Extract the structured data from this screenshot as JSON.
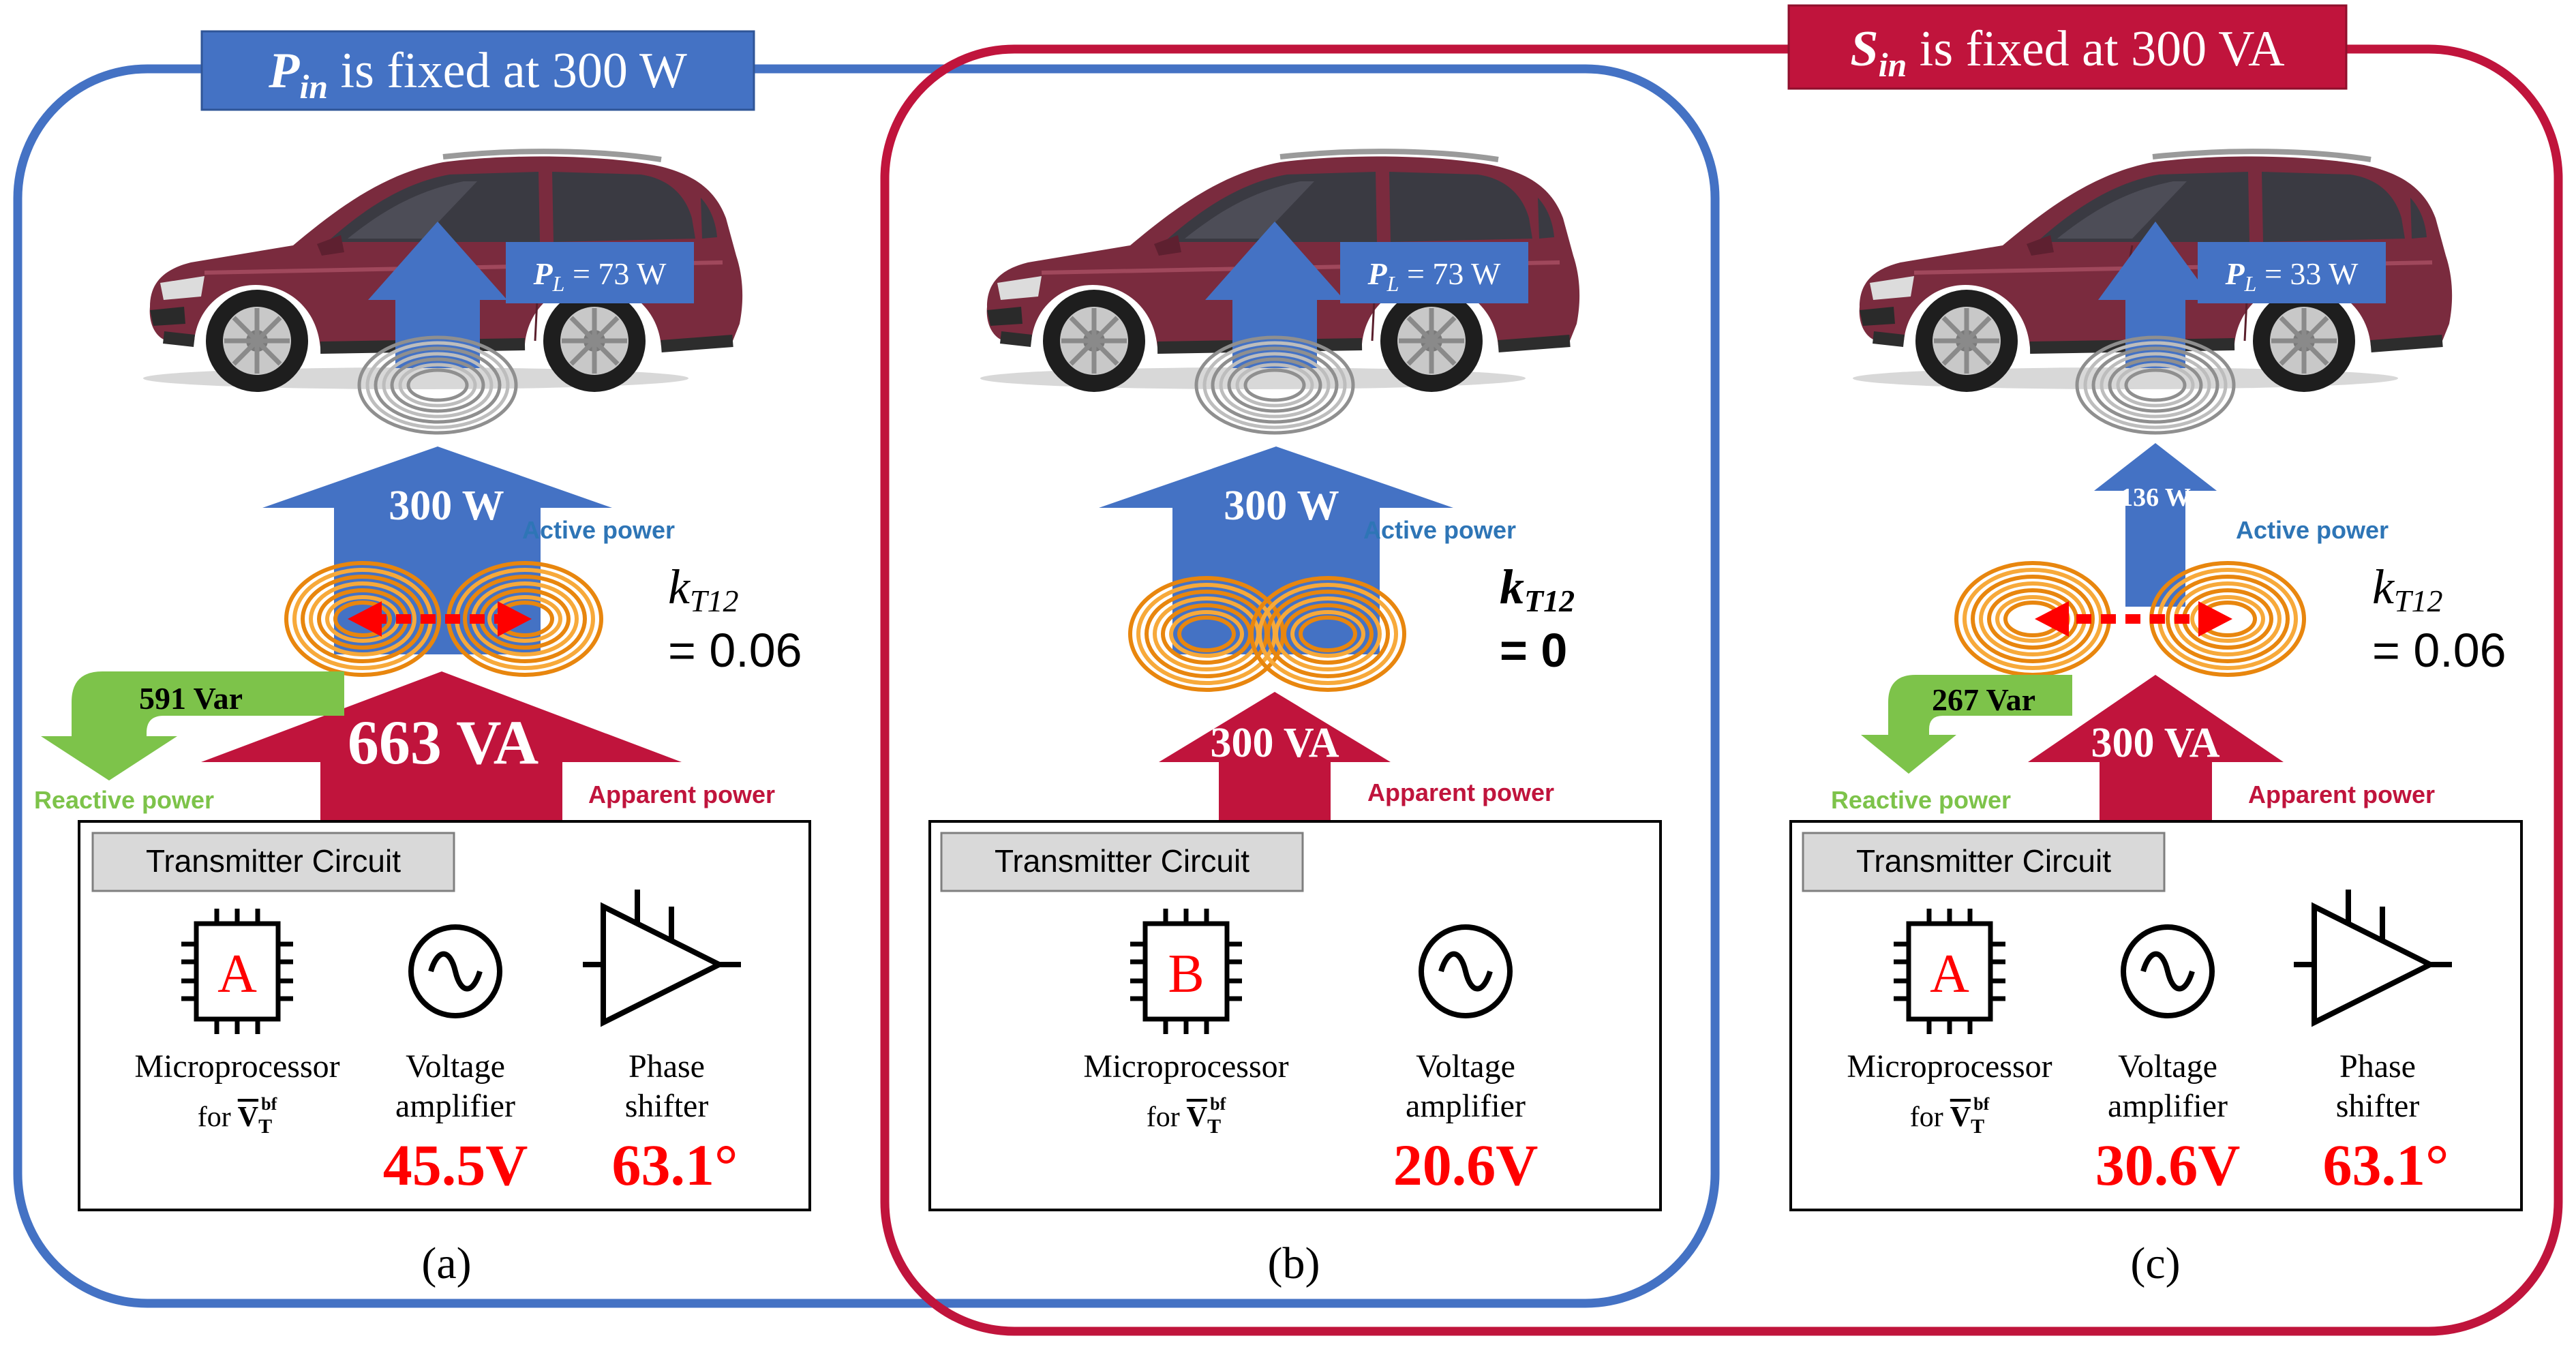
{
  "colors": {
    "blue_frame": "#4472C4",
    "red_frame": "#C0143C",
    "active_blue": "#4472C4",
    "apparent_red": "#C0143C",
    "reactive_green": "#7DC34A",
    "coil_orange": "#F39A1E",
    "car_body": "#7A2B3E",
    "highlight_red": "#FF0000"
  },
  "banners": {
    "pin": {
      "symbol": "P",
      "sub": "in",
      "text": " is fixed at 300 W"
    },
    "sin": {
      "symbol": "S",
      "sub": "in",
      "text": " is fixed at 300 VA"
    }
  },
  "panels": [
    {
      "id": "a",
      "caption": "(a)",
      "load": {
        "symbol": "P",
        "sub": "L",
        "value": " = 73 W"
      },
      "active_value": "300 W",
      "active_label": "Active power",
      "apparent_value": "663 VA",
      "apparent_label": "Apparent power",
      "reactive_value": "591 Var",
      "reactive_label": "Reactive power",
      "coupling": {
        "symbol": "k",
        "sub": "T12",
        "value": "= 0.06"
      },
      "circuit_title": "Transmitter Circuit",
      "chip_letter": "A",
      "micro_label": "Microprocessor",
      "micro_for": "for",
      "micro_v": "V",
      "micro_v_sub": "T",
      "micro_v_sup": "bf",
      "voltage_label_1": "Voltage",
      "voltage_label_2": "amplifier",
      "voltage_value": "45.5V",
      "phase_label_1": "Phase",
      "phase_label_2": "shifter",
      "phase_value": "63.1°"
    },
    {
      "id": "b",
      "caption": "(b)",
      "load": {
        "symbol": "P",
        "sub": "L",
        "value": " = 73 W"
      },
      "active_value": "300 W",
      "active_label": "Active power",
      "apparent_value": "300 VA",
      "apparent_label": "Apparent power",
      "coupling": {
        "symbol": "k",
        "sub": "T12",
        "value": "= 0"
      },
      "circuit_title": "Transmitter Circuit",
      "chip_letter": "B",
      "micro_label": "Microprocessor",
      "micro_for": "for",
      "micro_v": "V",
      "micro_v_sub": "T",
      "micro_v_sup": "bf",
      "voltage_label_1": "Voltage",
      "voltage_label_2": "amplifier",
      "voltage_value": "20.6V"
    },
    {
      "id": "c",
      "caption": "(c)",
      "load": {
        "symbol": "P",
        "sub": "L",
        "value": " = 33 W"
      },
      "active_value": "136 W",
      "active_label": "Active power",
      "apparent_value": "300 VA",
      "apparent_label": "Apparent power",
      "reactive_value": "267 Var",
      "reactive_label": "Reactive power",
      "coupling": {
        "symbol": "k",
        "sub": "T12",
        "value": "= 0.06"
      },
      "circuit_title": "Transmitter Circuit",
      "chip_letter": "A",
      "micro_label": "Microprocessor",
      "micro_for": "for",
      "micro_v": "V",
      "micro_v_sub": "T",
      "micro_v_sup": "bf",
      "voltage_label_1": "Voltage",
      "voltage_label_2": "amplifier",
      "voltage_value": "30.6V",
      "phase_label_1": "Phase",
      "phase_label_2": "shifter",
      "phase_value": "63.1°"
    }
  ]
}
